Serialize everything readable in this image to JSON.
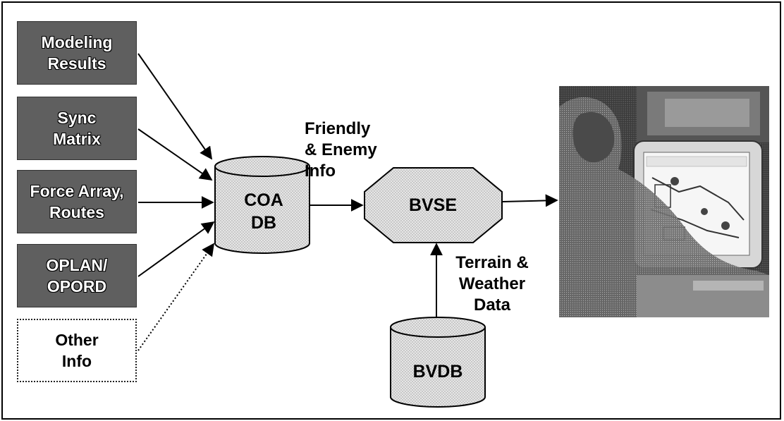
{
  "sources": [
    {
      "label": "Modeling\nResults"
    },
    {
      "label": "Sync\nMatrix"
    },
    {
      "label": "Force Array,\nRoutes"
    },
    {
      "label": "OPLAN/\nOPORD"
    },
    {
      "label": "Other\nInfo"
    }
  ],
  "coa_db": {
    "label_line1": "COA",
    "label_line2": "DB"
  },
  "bvse": {
    "label": "BVSE"
  },
  "bvdb": {
    "label": "BVDB"
  },
  "labels": {
    "friendly_enemy": "Friendly\n& Enemy\nInfo",
    "terrain_weather": "Terrain &\nWeather\nData"
  },
  "photo": {
    "subject": "operator-at-workstation-photo"
  }
}
